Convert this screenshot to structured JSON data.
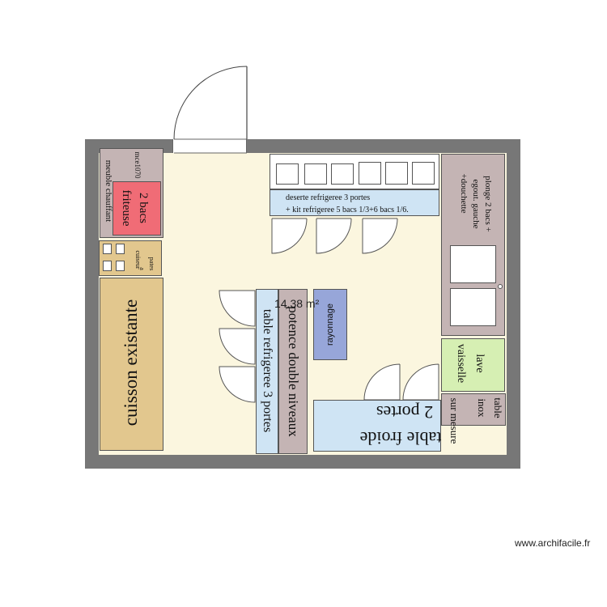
{
  "plan": {
    "area": "14.38 m²",
    "watermark": "www.archifacile.fr"
  },
  "rooms": {
    "meuble_chauffant": "meuble chauffant",
    "mce_code": "mce1070",
    "friteuse": "friteuse",
    "friteuse_bacs": "2 bacs",
    "cuiseur": "cuiseur",
    "cuiseur_a": "a",
    "cuiseur_pates": "pates",
    "cuisson": "cuisson existante",
    "desserte_line1": "deserte refrigeree 3 portes",
    "desserte_line2": "+ kit refrigeree 5 bacs 1/3+6 bacs 1/6.",
    "plonge_line1": "plonge 2 bacs +",
    "plonge_line2": "egout. gauche",
    "plonge_line3": "+douchette",
    "lave_line1": "lave",
    "lave_line2": "vaisselle",
    "table_inox_1": "table",
    "table_inox_2": "inox",
    "sur_mesure": "sur mesure",
    "table_refrigeree": "table refrigeree 3 portes",
    "potence": "potence double niveaux",
    "rayonnage": "rayonnage",
    "table_froide_1": "table froide",
    "table_froide_2": "2 portes"
  },
  "colors": {
    "wall": "#777777",
    "floor": "#fbf6df",
    "brown_furniture": "#c4b4b4",
    "cooking": "#e2c78e",
    "refrigerated": "#cfe4f4",
    "dishwasher": "#d6efb3",
    "fryer": "#f06c76",
    "shelving": "#97a6d9"
  }
}
